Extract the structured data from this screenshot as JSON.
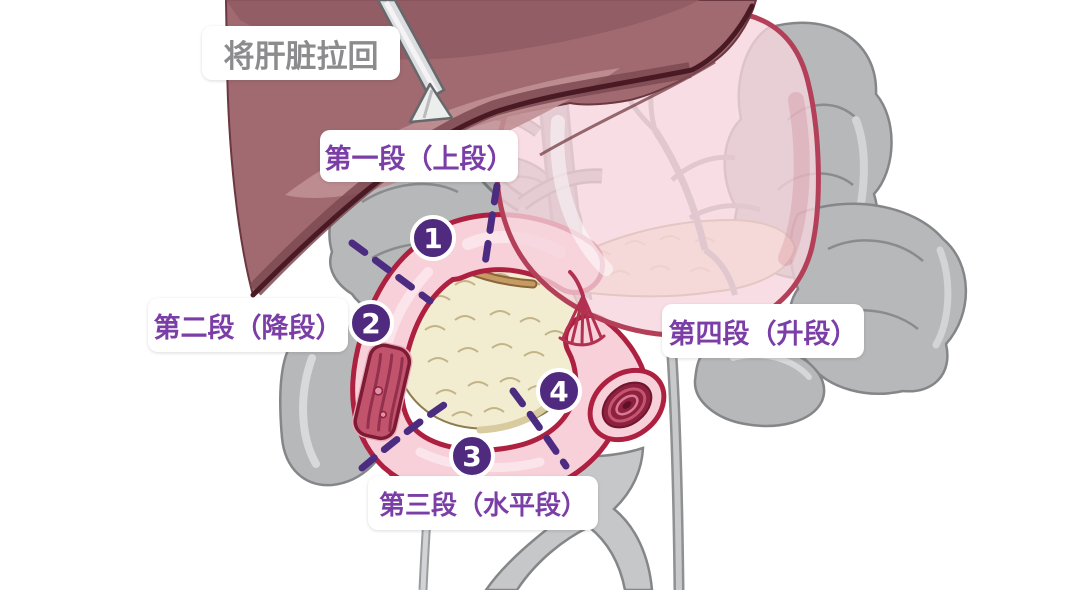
{
  "illustration": {
    "annotation_labels": {
      "retract_liver": "将肝脏拉回",
      "segment_1": "第一段（上段）",
      "segment_2": "第二段（降段）",
      "segment_3": "第三段（水平段）",
      "segment_4": "第四段（升段）"
    },
    "markers": [
      {
        "n": "1"
      },
      {
        "n": "2"
      },
      {
        "n": "3"
      },
      {
        "n": "4"
      }
    ],
    "colors": {
      "annotation_text": "#7b3da6",
      "retract_label_text": "#8c8c8e",
      "marker_fill": "#4f2a7e",
      "marker_ring": "#ffffff",
      "dashed_line": "#4b2c80",
      "liver": "#a06a70",
      "liver_edge": "#4a1a24",
      "stomach_fill": "#f6d5dd",
      "stomach_outline": "#b34058",
      "duodenum_fill": "#f8d0da",
      "duodenum_outline": "#ae2040",
      "duodenum_lumen": "#c2536c",
      "pancreas_fill": "#f2ecd0",
      "background_organs": "#b7b8ba",
      "background": "#ffffff"
    }
  }
}
